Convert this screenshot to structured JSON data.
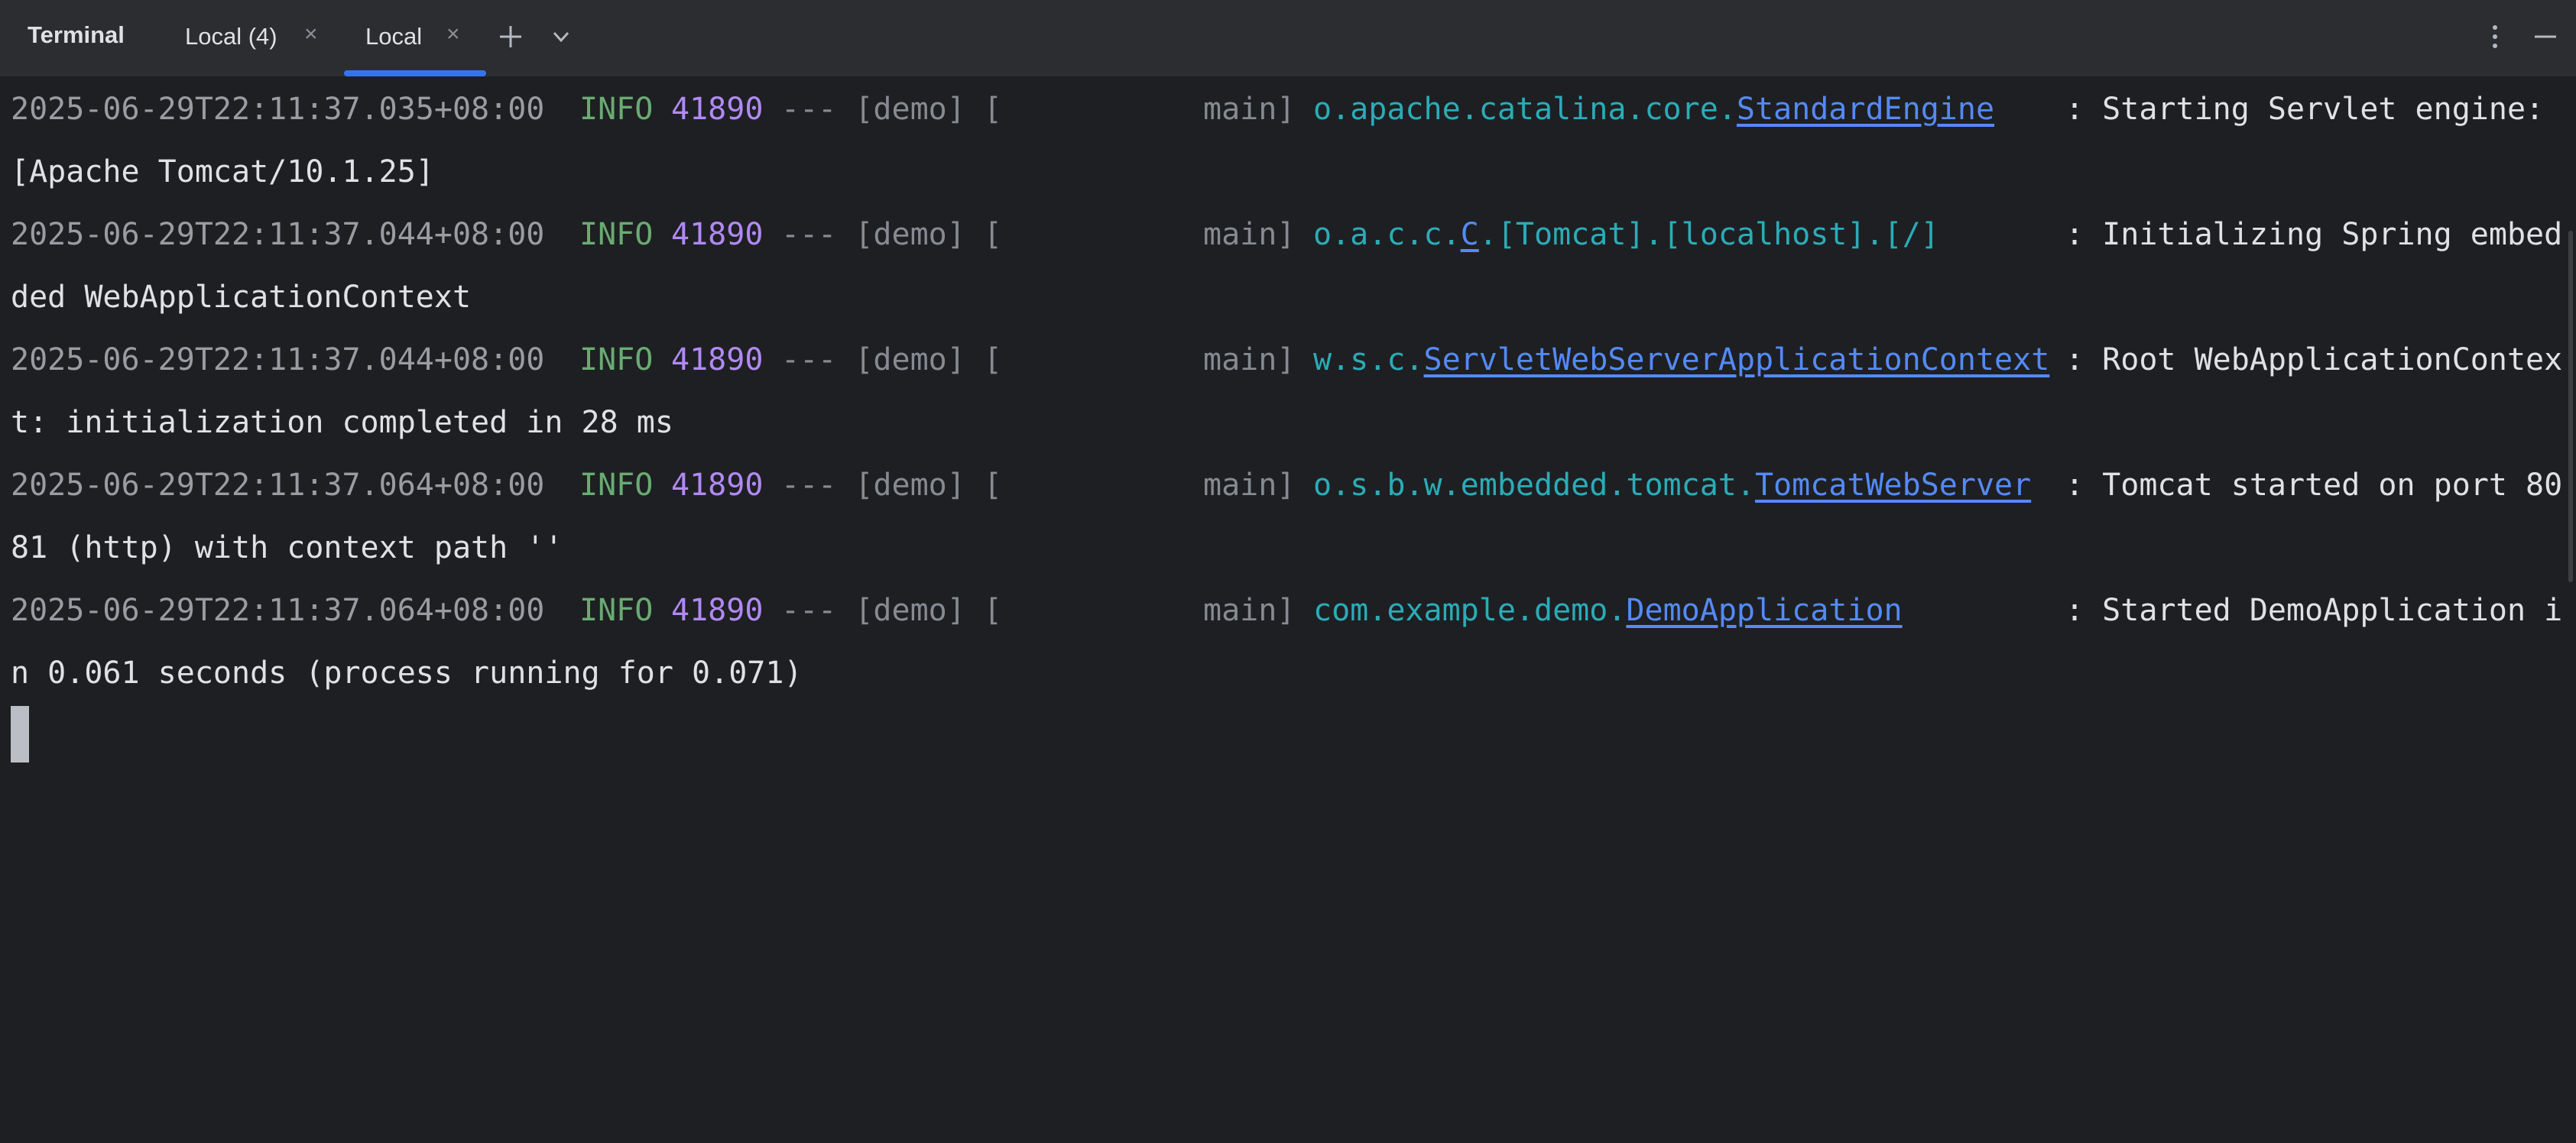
{
  "panel": {
    "title": "Terminal"
  },
  "tabs": [
    {
      "label": "Local (4)",
      "close": "×",
      "active": false
    },
    {
      "label": "Local",
      "close": "×",
      "active": true
    }
  ],
  "toolbar": {
    "new_tab_icon": "plus-icon",
    "dropdown_icon": "chevron-down-icon",
    "options_icon": "more-vertical-icon",
    "minimize_icon": "minimize-icon"
  },
  "logs": [
    {
      "timestamp": "2025-06-29T22:11:37.035+08:00",
      "level": "INFO",
      "pid": "41890",
      "sep": "--- [demo] [",
      "thread": "main]",
      "logger_prefix": "o.apache.catalina.core.",
      "logger_link": "StandardEngine",
      "logger_suffix": "",
      "message": ": Starting Servlet engine:",
      "wrap": "[Apache Tomcat/10.1.25]"
    },
    {
      "timestamp": "2025-06-29T22:11:37.044+08:00",
      "level": "INFO",
      "pid": "41890",
      "sep": "--- [demo] [",
      "thread": "main]",
      "logger_prefix": "o.a.c.c.",
      "logger_link": "C",
      "logger_suffix": ".[Tomcat].[localhost].[/]",
      "message": ": Initializing Spring embed",
      "wrap": "ded WebApplicationContext"
    },
    {
      "timestamp": "2025-06-29T22:11:37.044+08:00",
      "level": "INFO",
      "pid": "41890",
      "sep": "--- [demo] [",
      "thread": "main]",
      "logger_prefix": "w.s.c.",
      "logger_link": "ServletWebServerApplicationContext",
      "logger_suffix": "",
      "message": ": Root WebApplicationContex",
      "wrap": "t: initialization completed in 28 ms"
    },
    {
      "timestamp": "2025-06-29T22:11:37.064+08:00",
      "level": "INFO",
      "pid": "41890",
      "sep": "--- [demo] [",
      "thread": "main]",
      "logger_prefix": "o.s.b.w.embedded.tomcat.",
      "logger_link": "TomcatWebServer",
      "logger_suffix": "",
      "message": ": Tomcat started on port 80",
      "wrap": "81 (http) with context path ''"
    },
    {
      "timestamp": "2025-06-29T22:11:37.064+08:00",
      "level": "INFO",
      "pid": "41890",
      "sep": "--- [demo] [",
      "thread": "main]",
      "logger_prefix": "com.example.demo.",
      "logger_link": "DemoApplication",
      "logger_suffix": "",
      "message": ": Started DemoApplication i",
      "wrap": "n 0.061 seconds (process running for 0.071)"
    }
  ]
}
